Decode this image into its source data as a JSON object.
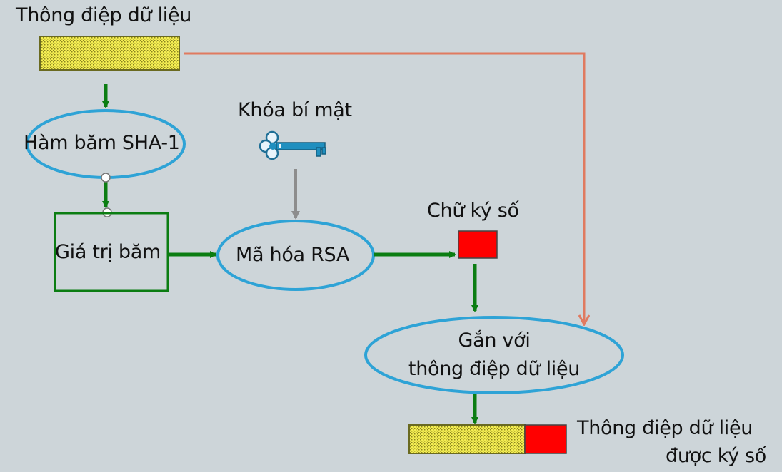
{
  "nodes": {
    "message": "Thông điệp dữ liệu",
    "hash_function": "Hàm băm SHA-1",
    "private_key": "Khóa bí mật",
    "hash_value": "Giá trị băm",
    "rsa_encrypt": "Mã hóa RSA",
    "digital_signature": "Chữ ký số",
    "attach_line1": "Gắn với",
    "attach_line2": "thông điệp dữ liệu",
    "signed_message_line1": "Thông điệp dữ liệu",
    "signed_message_line2": "được ký số"
  },
  "colors": {
    "background": "#cdd5d9",
    "ellipse_stroke": "#2ea3d6",
    "flow_arrow": "#0b7d12",
    "message_arrow": "#e07a60",
    "key_arrow": "#8d8d8d",
    "key": "#1f8fbf",
    "signature": "#ff0000",
    "message_fill": "#f3ee55",
    "box_stroke": "#0b7d12"
  },
  "icons": {
    "key": "key-icon"
  }
}
